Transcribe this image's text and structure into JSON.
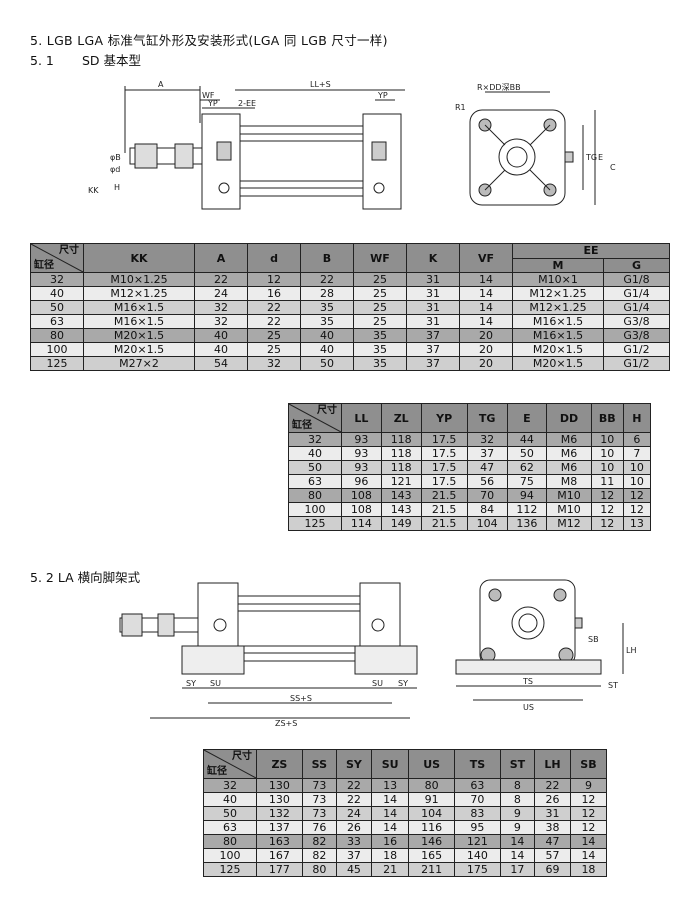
{
  "heading": "5. LGB LGA 标准气缸外形及安装形式(LGA 同 LGB 尺寸一样)",
  "section1": {
    "num": "5. 1",
    "title": "SD 基本型"
  },
  "section2": {
    "num": "5. 2",
    "title": "LA 横向脚架式"
  },
  "corner": {
    "top": "尺寸",
    "bottom": "缸径"
  },
  "drawing1_labels": {
    "a": "A",
    "wf": "WF",
    "yp": "YP",
    "ee": "2-EE",
    "llS": "LL+S",
    "yp2": "YP",
    "kk": "KK",
    "h": "H",
    "phiB": "φB",
    "phiD": "φd",
    "r": "R1",
    "rdd": "R×DD深BB",
    "e": "E",
    "tg": "TG",
    "c": "C"
  },
  "drawing2_labels": {
    "sy": "SY",
    "su": "SU",
    "ssS": "SS+S",
    "zsS": "ZS+S",
    "su2": "SU",
    "sy2": "SY",
    "sb": "SB",
    "ts": "TS",
    "us": "US",
    "st": "ST",
    "lh": "LH"
  },
  "table1": {
    "columns": [
      "KK",
      "A",
      "d",
      "B",
      "WF",
      "K",
      "VF"
    ],
    "ee_header": "EE",
    "ee_sub": [
      "M",
      "G"
    ],
    "rows": [
      [
        "32",
        "M10×1.25",
        "22",
        "12",
        "22",
        "25",
        "31",
        "14",
        "M10×1",
        "G1/8"
      ],
      [
        "40",
        "M12×1.25",
        "24",
        "16",
        "28",
        "25",
        "31",
        "14",
        "M12×1.25",
        "G1/4"
      ],
      [
        "50",
        "M16×1.5",
        "32",
        "22",
        "35",
        "25",
        "31",
        "14",
        "M12×1.25",
        "G1/4"
      ],
      [
        "63",
        "M16×1.5",
        "32",
        "22",
        "35",
        "25",
        "31",
        "14",
        "M16×1.5",
        "G3/8"
      ],
      [
        "80",
        "M20×1.5",
        "40",
        "25",
        "40",
        "35",
        "37",
        "20",
        "M16×1.5",
        "G3/8"
      ],
      [
        "100",
        "M20×1.5",
        "40",
        "25",
        "40",
        "35",
        "37",
        "20",
        "M20×1.5",
        "G1/2"
      ],
      [
        "125",
        "M27×2",
        "54",
        "32",
        "50",
        "35",
        "37",
        "20",
        "M20×1.5",
        "G1/2"
      ]
    ]
  },
  "table2": {
    "columns": [
      "LL",
      "ZL",
      "YP",
      "TG",
      "E",
      "DD",
      "BB",
      "H"
    ],
    "rows": [
      [
        "32",
        "93",
        "118",
        "17.5",
        "32",
        "44",
        "M6",
        "10",
        "6"
      ],
      [
        "40",
        "93",
        "118",
        "17.5",
        "37",
        "50",
        "M6",
        "10",
        "7"
      ],
      [
        "50",
        "93",
        "118",
        "17.5",
        "47",
        "62",
        "M6",
        "10",
        "10"
      ],
      [
        "63",
        "96",
        "121",
        "17.5",
        "56",
        "75",
        "M8",
        "11",
        "10"
      ],
      [
        "80",
        "108",
        "143",
        "21.5",
        "70",
        "94",
        "M10",
        "12",
        "12"
      ],
      [
        "100",
        "108",
        "143",
        "21.5",
        "84",
        "112",
        "M10",
        "12",
        "12"
      ],
      [
        "125",
        "114",
        "149",
        "21.5",
        "104",
        "136",
        "M12",
        "12",
        "13"
      ]
    ]
  },
  "table3": {
    "columns": [
      "ZS",
      "SS",
      "SY",
      "SU",
      "US",
      "TS",
      "ST",
      "LH",
      "SB"
    ],
    "rows": [
      [
        "32",
        "130",
        "73",
        "22",
        "13",
        "80",
        "63",
        "8",
        "22",
        "9"
      ],
      [
        "40",
        "130",
        "73",
        "22",
        "14",
        "91",
        "70",
        "8",
        "26",
        "12"
      ],
      [
        "50",
        "132",
        "73",
        "24",
        "14",
        "104",
        "83",
        "9",
        "31",
        "12"
      ],
      [
        "63",
        "137",
        "76",
        "26",
        "14",
        "116",
        "95",
        "9",
        "38",
        "12"
      ],
      [
        "80",
        "163",
        "82",
        "33",
        "16",
        "146",
        "121",
        "14",
        "47",
        "14"
      ],
      [
        "100",
        "167",
        "82",
        "37",
        "18",
        "165",
        "140",
        "14",
        "57",
        "14"
      ],
      [
        "125",
        "177",
        "80",
        "45",
        "21",
        "211",
        "175",
        "17",
        "69",
        "18"
      ]
    ]
  }
}
